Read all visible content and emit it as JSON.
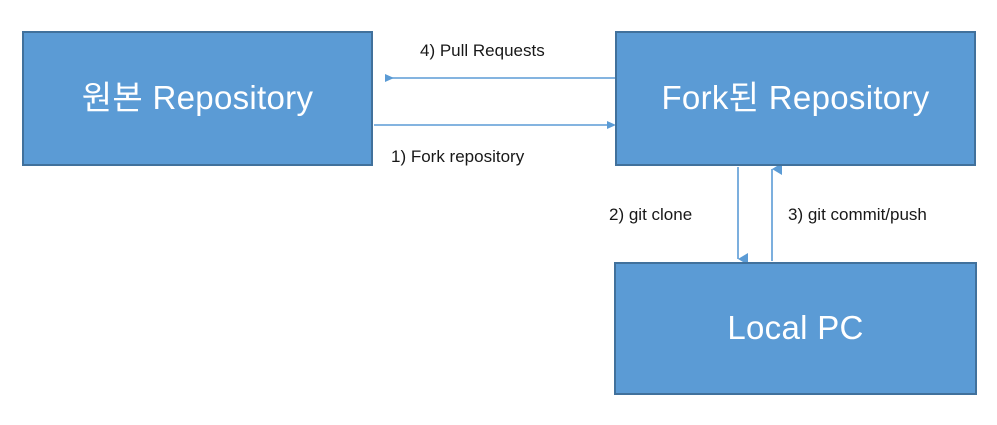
{
  "diagram": {
    "title": "Git fork workflow diagram",
    "colors": {
      "node_fill": "#5b9bd5",
      "node_border": "#41719c",
      "node_text": "#ffffff",
      "edge_stroke": "#5b9bd5",
      "label_text": "#181818",
      "background": "#ffffff"
    },
    "nodes": [
      {
        "id": "origin-repo",
        "label": "원본 Repository"
      },
      {
        "id": "forked-repo",
        "label": "Fork된 Repository"
      },
      {
        "id": "local-pc",
        "label": "Local PC"
      }
    ],
    "edges": [
      {
        "id": "pull-requests",
        "label": "4) Pull Requests",
        "from": "forked-repo",
        "to": "origin-repo",
        "direction": "left"
      },
      {
        "id": "fork-repository",
        "label": "1) Fork repository",
        "from": "origin-repo",
        "to": "forked-repo",
        "direction": "right"
      },
      {
        "id": "git-clone",
        "label": "2) git clone",
        "from": "forked-repo",
        "to": "local-pc",
        "direction": "down"
      },
      {
        "id": "git-commit-push",
        "label": "3) git commit/push",
        "from": "local-pc",
        "to": "forked-repo",
        "direction": "up"
      }
    ]
  }
}
